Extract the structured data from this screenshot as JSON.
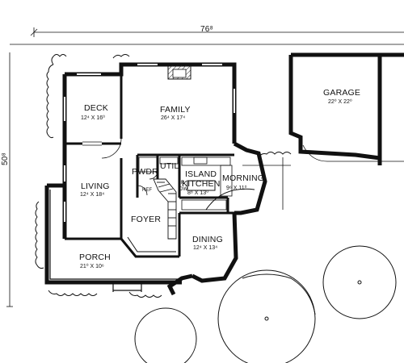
{
  "overall": {
    "width": "76⁸",
    "depth": "50⁸"
  },
  "rooms": [
    {
      "id": "deck",
      "name": "DECK",
      "size": "12⁴ X 16⁰"
    },
    {
      "id": "family",
      "name": "FAMILY",
      "size": "26⁴ X 17⁴"
    },
    {
      "id": "garage",
      "name": "GARAGE",
      "size": "22⁰ X 22⁰"
    },
    {
      "id": "pwdr",
      "name": "PWDR",
      "size": ""
    },
    {
      "id": "util",
      "name": "UTIL",
      "size": ""
    },
    {
      "id": "island",
      "name": "ISLAND",
      "size": ""
    },
    {
      "id": "kitchen",
      "name": "KITCHEN",
      "size": "8⁸ X 13⁰"
    },
    {
      "id": "morning",
      "name": "MORNING",
      "size": "9⁶ X 11⁰"
    },
    {
      "id": "living",
      "name": "LIVING",
      "size": "12⁴ X 18⁴"
    },
    {
      "id": "foyer",
      "name": "FOYER",
      "size": ""
    },
    {
      "id": "dining",
      "name": "DINING",
      "size": "12⁴ X 13⁴"
    },
    {
      "id": "porch",
      "name": "PORCH",
      "size": "21⁰ X 10⁶"
    }
  ],
  "fixtures": {
    "range": "R",
    "dishwasher": "DW",
    "refrigerator": "REF"
  }
}
